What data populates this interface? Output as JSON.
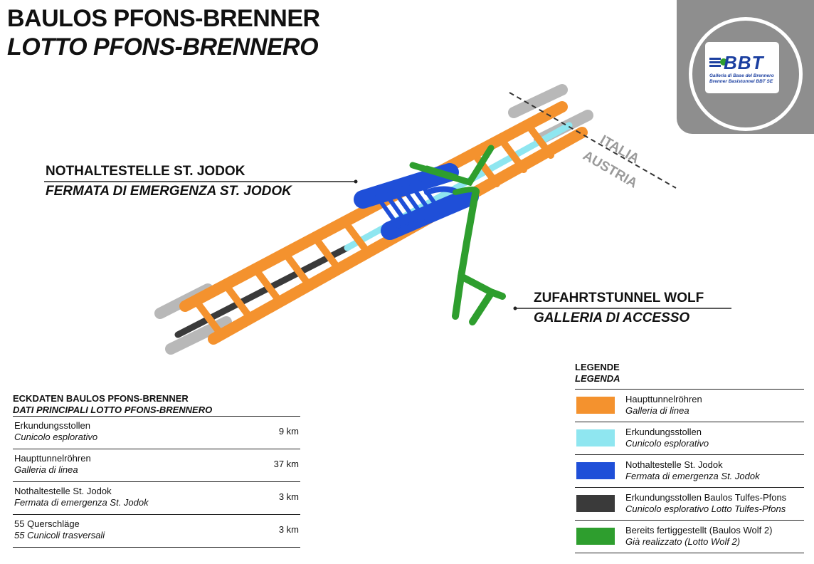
{
  "title": {
    "line1": "BAULOS PFONS-BRENNER",
    "line2": "LOTTO PFONS-BRENNERO"
  },
  "logo": {
    "brand": "BBT",
    "sub1": "Galleria di Base del Brennero",
    "sub2": "Brenner Basistunnel BBT SE",
    "colors": {
      "brand": "#1b3fa0",
      "background": "#8e8e8e"
    }
  },
  "border": {
    "north": "ITALIA",
    "south": "AUSTRIA"
  },
  "callouts": {
    "station": {
      "de": "NOTHALTESTELLE ST. JODOK",
      "it": "FERMATA DI EMERGENZA ST. JODOK"
    },
    "access": {
      "de": "ZUFAHRTSTUNNEL WOLF",
      "it": "GALLERIA DI ACCESSO"
    }
  },
  "key_data": {
    "heading_de": "ECKDATEN BAULOS PFONS-BRENNER",
    "heading_it": "DATI PRINCIPALI LOTTO PFONS-BRENNERO",
    "rows": [
      {
        "de": "Erkundungsstollen",
        "it": "Cunicolo esplorativo",
        "value": "9 km"
      },
      {
        "de": "Haupttunnelröhren",
        "it": "Galleria di linea",
        "value": "37 km"
      },
      {
        "de": "Nothaltestelle St. Jodok",
        "it": "Fermata di emergenza St. Jodok",
        "value": "3 km"
      },
      {
        "de": "55 Querschläge",
        "it": "55 Cunicoli trasversali",
        "value": "3 km"
      }
    ]
  },
  "legend": {
    "heading_de": "LEGENDE",
    "heading_it": "LEGENDA",
    "items": [
      {
        "de": "Haupttunnelröhren",
        "it": "Galleria di linea",
        "color": "#f4922e"
      },
      {
        "de": "Erkundungsstollen",
        "it": "Cunicolo esplorativo",
        "color": "#8fe6f0"
      },
      {
        "de": "Nothaltestelle St. Jodok",
        "it": "Fermata di emergenza St. Jodok",
        "color": "#1f4fd8"
      },
      {
        "de": "Erkundungsstollen Baulos Tulfes-Pfons",
        "it": "Cunicolo esplorativo Lotto Tulfes-Pfons",
        "color": "#3a3a3a"
      },
      {
        "de": "Bereits fertiggestellt (Baulos Wolf 2)",
        "it": "Già realizzato (Lotto Wolf 2)",
        "color": "#2e9e2e"
      }
    ]
  }
}
